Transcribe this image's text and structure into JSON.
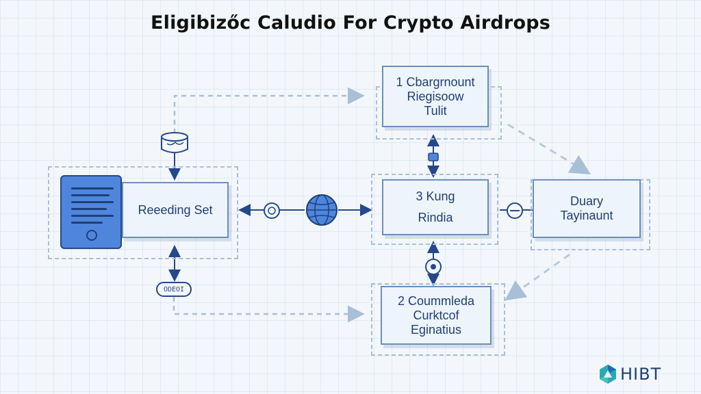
{
  "title": "Eligibizőc Caludio For Crypto Airdrops",
  "nodes": {
    "top": {
      "lines": [
        "1 Cbargrnount",
        "Riegisoow",
        "Tulit"
      ]
    },
    "left": {
      "label": "Reeeding Set"
    },
    "center": {
      "lines": [
        "3 Kung",
        "Rindia"
      ]
    },
    "right": {
      "lines": [
        "Duary",
        "Tayinaunt"
      ]
    },
    "bottom": {
      "lines": [
        "2 Coummleda",
        "Curktcof",
        "Eginatius"
      ]
    }
  },
  "pill_label": "ODEOI",
  "logo": {
    "text": "HIBT"
  },
  "colors": {
    "background": "#f3f7fb",
    "box_fill": "#eef4fb",
    "box_border": "#6d8fb9",
    "accent_dark": "#24488a",
    "accent_blue": "#4f86dc",
    "dashed": "#a9bfd8"
  }
}
